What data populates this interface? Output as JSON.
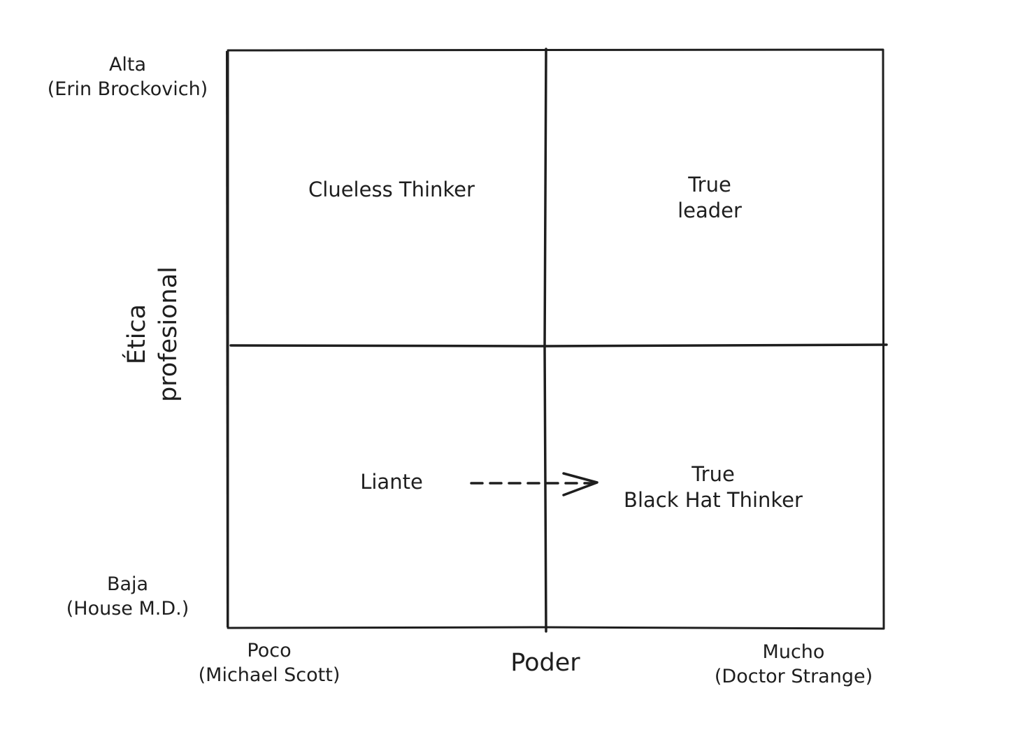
{
  "y_axis": {
    "title_line1": "Ética",
    "title_line2": "profesional",
    "high_line1": "Alta",
    "high_line2": "(Erin Brockovich)",
    "low_line1": "Baja",
    "low_line2": "(House M.D.)"
  },
  "x_axis": {
    "title": "Poder",
    "low_line1": "Poco",
    "low_line2": "(Michael Scott)",
    "high_line1": "Mucho",
    "high_line2": "(Doctor Strange)"
  },
  "quadrants": {
    "top_left": "Clueless Thinker",
    "top_right_line1": "True",
    "top_right_line2": "leader",
    "bottom_left": "Liante",
    "bottom_right_line1": "True",
    "bottom_right_line2": "Black Hat Thinker"
  },
  "colors": {
    "stroke": "#1e1e1e",
    "background": "#ffffff"
  }
}
